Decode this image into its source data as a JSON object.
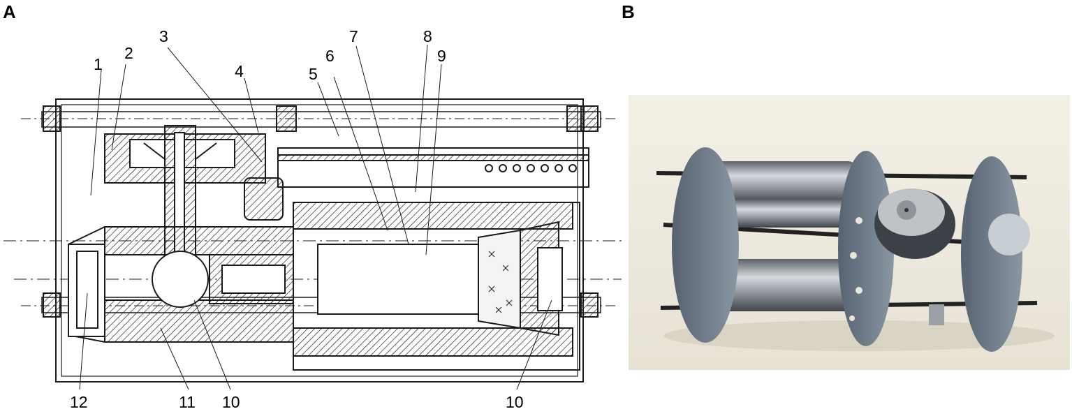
{
  "figure": {
    "panels": [
      {
        "letter": "A",
        "kind": "technical cross-section drawing"
      },
      {
        "letter": "B",
        "kind": "photograph of assembled device"
      }
    ],
    "callouts": [
      "1",
      "2",
      "3",
      "4",
      "5",
      "6",
      "7",
      "8",
      "9",
      "10",
      "11",
      "12",
      "10"
    ]
  },
  "colors": {
    "line": "#1a1a1a",
    "photo_background": "#eeebe1",
    "metal": "#9aa3ab",
    "plate": "#6c7883"
  }
}
